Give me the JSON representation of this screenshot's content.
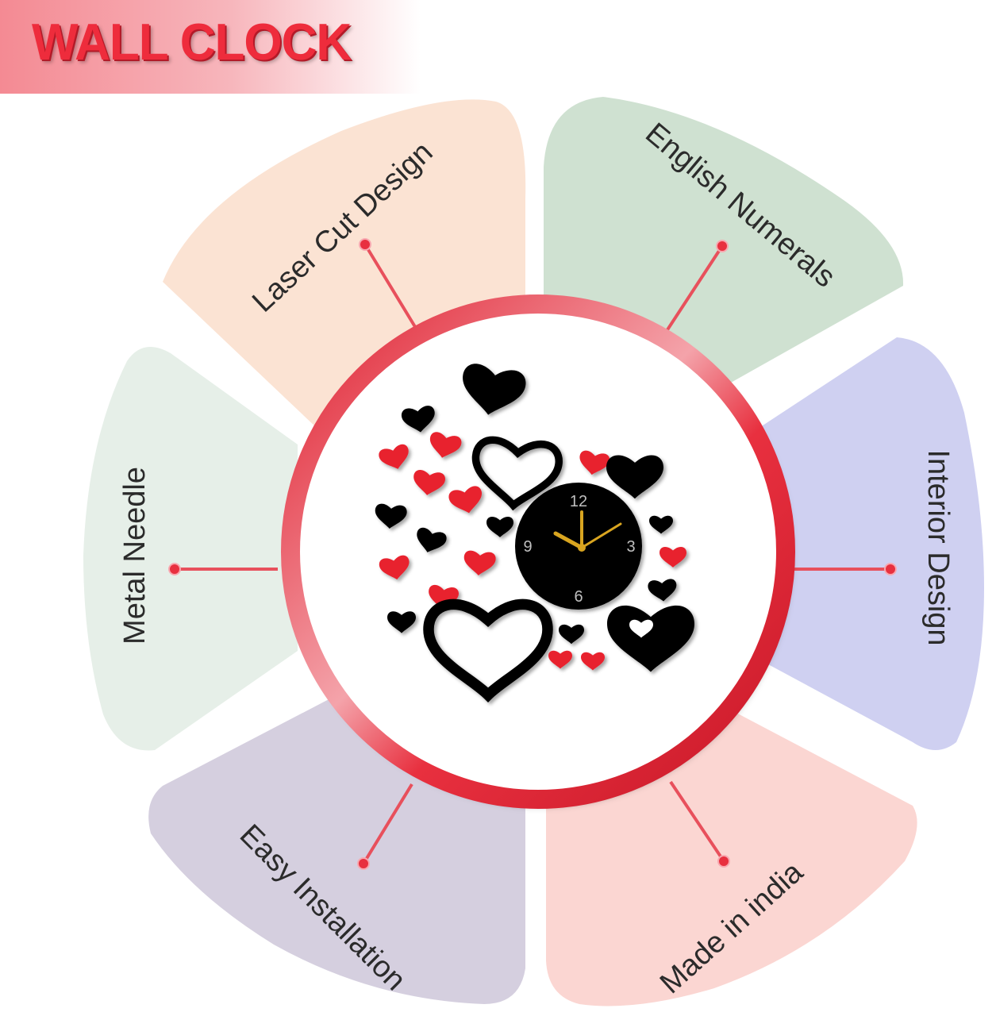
{
  "title": "WALL CLOCK",
  "features": [
    {
      "label": "Laser Cut Design",
      "color": "#fbe3d3"
    },
    {
      "label": "English Numerals",
      "color": "#cfe1d1"
    },
    {
      "label": "Interior Design",
      "color": "#cfd0f1"
    },
    {
      "label": "Made in india",
      "color": "#fbd6d2"
    },
    {
      "label": "Easy Installation",
      "color": "#d5cfdf"
    },
    {
      "label": "Metal Needle",
      "color": "#e6efe8"
    }
  ],
  "clock": {
    "numerals": [
      "12",
      "3",
      "6",
      "9"
    ],
    "ring_color": "#e8303f",
    "heart_colors": [
      "#000000",
      "#e8202e"
    ]
  }
}
